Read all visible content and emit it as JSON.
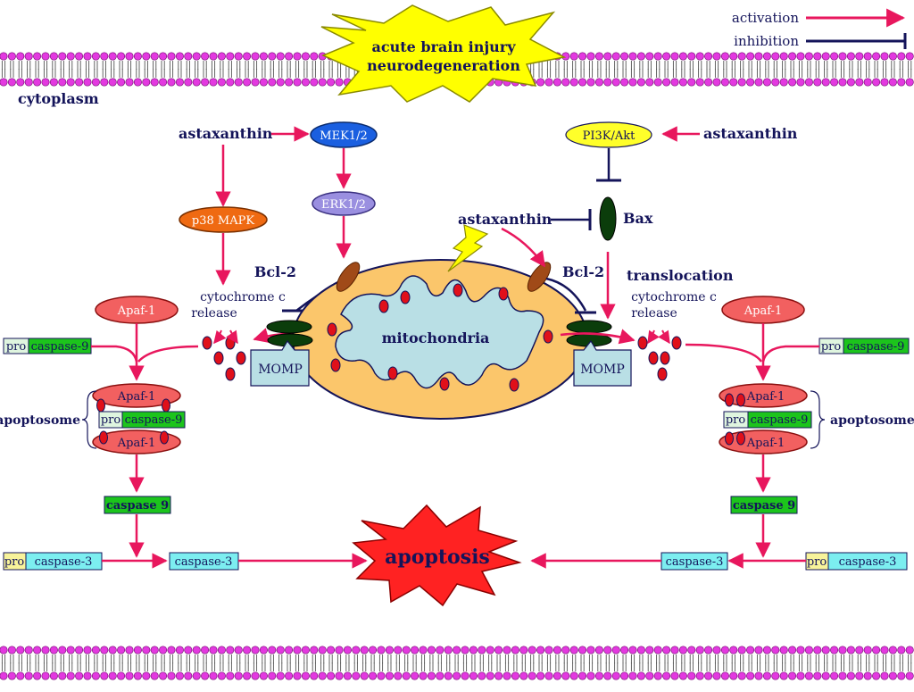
{
  "legend": {
    "activation": "activation",
    "inhibition": "inhibition",
    "activation_color": "#e8175d",
    "inhibition_color": "#14145a"
  },
  "top": {
    "burst_line1": "acute brain injury",
    "burst_line2": "neurodegeneration",
    "compartment": "cytoplasm"
  },
  "left_pathway": {
    "astaxanthin": "astaxanthin",
    "mek": "MEK1/2",
    "erk": "ERK1/2",
    "p38": "p38 MAPK",
    "bcl2": "Bcl-2",
    "cytc_line1": "cytochrome c",
    "cytc_line2": "release",
    "momp": "MOMP",
    "apaf1": "Apaf-1",
    "pro": "pro",
    "caspase9": "caspase-9",
    "apoptosome": "apoptosome",
    "caspase9_active": "caspase 9",
    "caspase3": "caspase-3"
  },
  "right_pathway": {
    "astaxanthin_pi3k": "astaxanthin",
    "pi3k": "PI3K/Akt",
    "astaxanthin_bax": "astaxanthin",
    "bax": "Bax",
    "bcl2": "Bcl-2",
    "translocation": "translocation",
    "cytc_line1": "cytochrome c",
    "cytc_line2": "release",
    "momp": "MOMP",
    "apaf1": "Apaf-1",
    "pro": "pro",
    "caspase9": "caspase-9",
    "apoptosome": "apoptosome",
    "caspase9_active": "caspase 9",
    "caspase3": "caspase-3"
  },
  "center": {
    "mitochondria": "mitochondria",
    "apoptosis": "apoptosis"
  }
}
